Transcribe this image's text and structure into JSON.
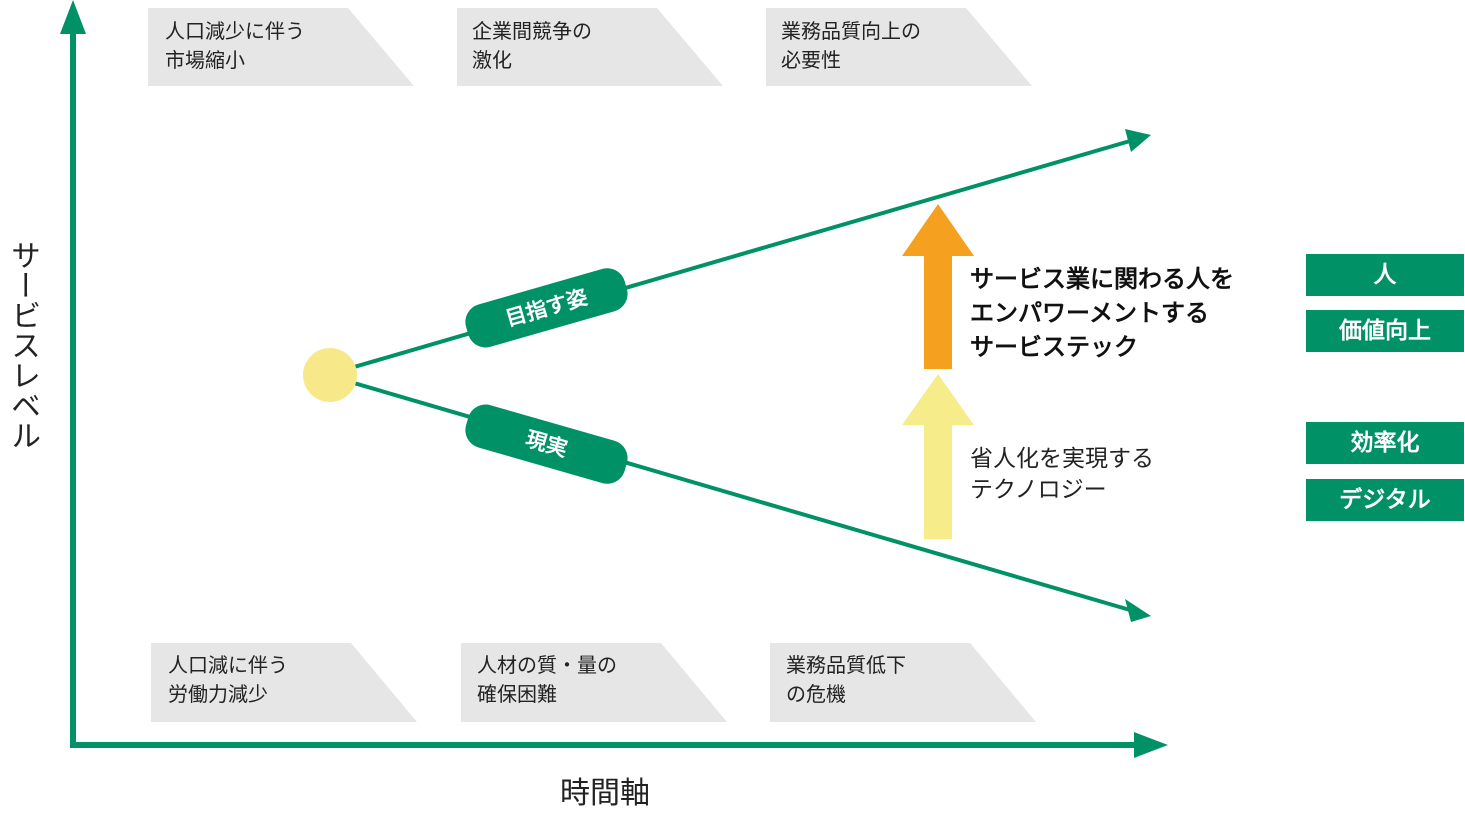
{
  "axes": {
    "y_label": "サービスレベル",
    "x_label": "時間軸"
  },
  "top_factors": [
    "人口減少に伴う\n市場縮小",
    "企業間競争の\n激化",
    "業務品質向上の\n必要性"
  ],
  "bottom_factors": [
    "人口減に伴う\n労働力減少",
    "人材の質・量の\n確保困難",
    "業務品質低下\nの危機"
  ],
  "paths": {
    "upper_label": "目指す姿",
    "lower_label": "現実"
  },
  "arrows": {
    "orange_text": "サービス業に関わる人を\nエンパワーメントする\nサービステック",
    "yellow_text": "省人化を実現する\nテクノロジー"
  },
  "side_boxes": [
    "人",
    "価値向上",
    "効率化",
    "デジタル"
  ],
  "colors": {
    "green": "#009166",
    "orange": "#F5A01E",
    "yellow": "#F7EC8A",
    "dot": "#F7E98A",
    "factor_bg": "#E6E6E6"
  }
}
